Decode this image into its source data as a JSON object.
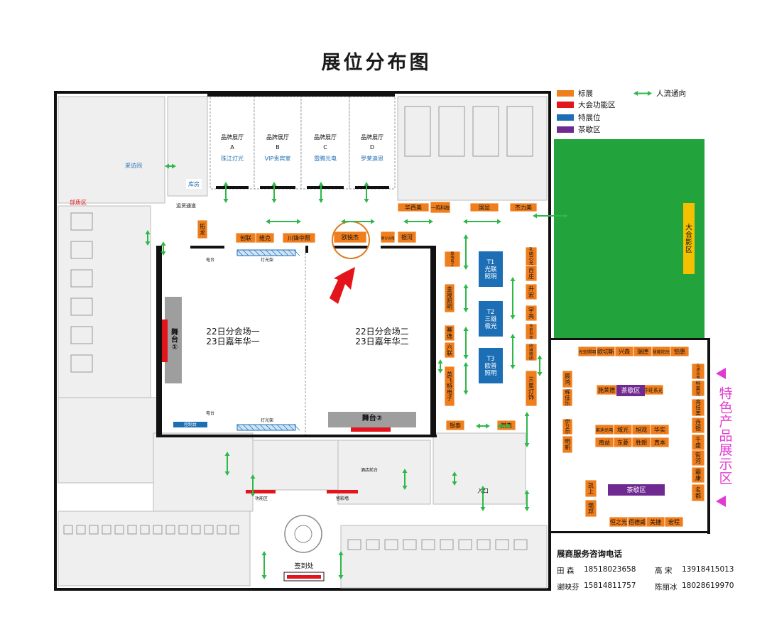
{
  "title": "展位分布图",
  "legend": [
    {
      "label": "标展",
      "color": "#f07e1c",
      "kind": "swatch"
    },
    {
      "label": "大会功能区",
      "color": "#e3141b",
      "kind": "swatch"
    },
    {
      "label": "特展位",
      "color": "#1d6fb5",
      "kind": "swatch"
    },
    {
      "label": "茶歇区",
      "color": "#6f2a91",
      "kind": "swatch"
    },
    {
      "label": "人流通向",
      "color": "#2fb84a",
      "kind": "arrow"
    }
  ],
  "brand_halls": [
    {
      "title": "品牌展厅",
      "letter": "A",
      "name": "珠江灯光"
    },
    {
      "title": "品牌展厅",
      "letter": "B",
      "name": "VIP贵宾室"
    },
    {
      "title": "品牌展厅",
      "letter": "C",
      "name": "雷腾光电"
    },
    {
      "title": "品牌展厅",
      "letter": "D",
      "name": "罗莱迪思"
    }
  ],
  "rooms": {
    "interview": "采访间",
    "warehouse": "库房",
    "office": "部质区",
    "freight": "运货通道",
    "photo": "大合影区",
    "special": "特色产品展示区",
    "entrance": "入口",
    "signin": "签到处",
    "function_area": "功能区",
    "photo_wall": "留影墙",
    "hotel": "酒店前台",
    "lightrack": "灯光架",
    "console": "控制台",
    "diantai": "电台",
    "stage1": "舞台①",
    "stage2": "舞台②",
    "hall1": "22日分会场一\n23日嘉年华一",
    "hall2": "22日分会场二\n23日嘉年华二"
  },
  "booths_orange": [
    {
      "label": "华西美"
    },
    {
      "label": "一鸣科技"
    },
    {
      "label": "国显"
    },
    {
      "label": "杰力美"
    },
    {
      "label": "拓龙"
    },
    {
      "label": "创联"
    },
    {
      "label": "维克"
    },
    {
      "label": "川锋中照"
    },
    {
      "label": "欧锐杰"
    },
    {
      "label": "繁仑光电"
    },
    {
      "label": "银河"
    },
    {
      "label": "旋瑞电子"
    },
    {
      "label": "金晟照明"
    },
    {
      "label": "赛逸"
    },
    {
      "label": "六联"
    },
    {
      "label": "英飞特电子"
    },
    {
      "label": "银泰"
    },
    {
      "label": "祺森"
    },
    {
      "label": "孔明芯光"
    },
    {
      "label": "百庄"
    },
    {
      "label": "升宏"
    },
    {
      "label": "宇亮"
    },
    {
      "label": "东前科技"
    },
    {
      "label": "欣维照明"
    },
    {
      "label": "三星灯饰"
    },
    {
      "label": "辰鸿"
    },
    {
      "label": "辉佳乐"
    },
    {
      "label": "伊艾尔"
    },
    {
      "label": "明新"
    },
    {
      "label": "凯上"
    },
    {
      "label": "瑞邦"
    },
    {
      "label": "光宏照明"
    },
    {
      "label": "欧切斯"
    },
    {
      "label": "兴森"
    },
    {
      "label": "瑞德"
    },
    {
      "label": "慧能阳光"
    },
    {
      "label": "铂惠"
    },
    {
      "label": "万通光电"
    },
    {
      "label": "科美光"
    },
    {
      "label": "亮佳美"
    },
    {
      "label": "连银"
    },
    {
      "label": "千盛"
    },
    {
      "label": "街河"
    },
    {
      "label": "霸康"
    },
    {
      "label": "名都"
    },
    {
      "label": "施莱德"
    },
    {
      "label": "中旺系光"
    },
    {
      "label": "莱迪光电"
    },
    {
      "label": "域光"
    },
    {
      "label": "旭观"
    },
    {
      "label": "华实"
    },
    {
      "label": "南益"
    },
    {
      "label": "东菱"
    },
    {
      "label": "胜朗"
    },
    {
      "label": "真本"
    },
    {
      "label": "恒之光"
    },
    {
      "label": "佰德威"
    },
    {
      "label": "美捷"
    },
    {
      "label": "宏程"
    }
  ],
  "booths_blue": [
    {
      "label": "T1\n光联\n照明"
    },
    {
      "label": "T2\n三雄\n极光"
    },
    {
      "label": "T3\n欧普\n照明"
    }
  ],
  "tea_areas": [
    {
      "label": "茶歇区"
    },
    {
      "label": "茶歇区"
    }
  ],
  "contacts": {
    "title": "展商服务咨询电话",
    "people": [
      {
        "name": "田  森",
        "phone": "18518023658"
      },
      {
        "name": "高  宋",
        "phone": "13918415013"
      },
      {
        "name": "谢映芬",
        "phone": "15814811757"
      },
      {
        "name": "陈丽冰",
        "phone": "18028619970"
      }
    ]
  },
  "colors": {
    "orange": "#f07e1c",
    "red": "#e3141b",
    "blue": "#1d6fb5",
    "purple": "#6f2a91",
    "green": "#2fb84a",
    "photo_green": "#22a33b",
    "yellow": "#f5c000",
    "stage_gray": "#9e9e9e",
    "magenta": "#e23ad0"
  }
}
